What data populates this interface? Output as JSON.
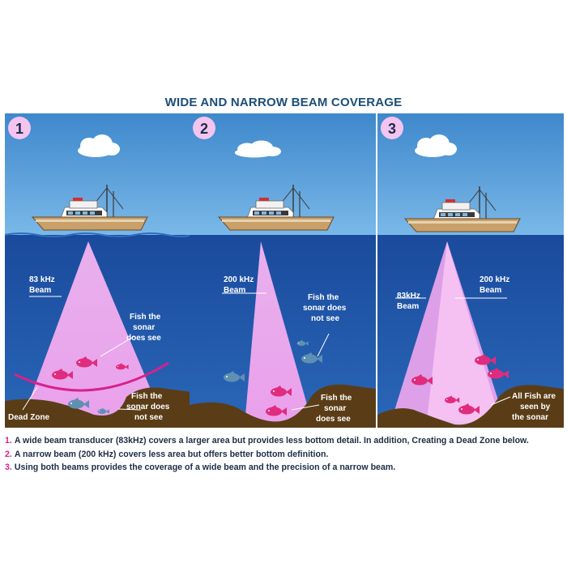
{
  "title": "WIDE AND NARROW BEAM COVERAGE",
  "colors": {
    "sky": "#4c96d4",
    "water": "#1d4fa0",
    "seabed": "#5a3d16",
    "beam": "#f2a7ee",
    "fish": "#e02c7e",
    "fish_outside": "#5f90b4",
    "title": "#1c4e78",
    "number_accent": "#d6228a"
  },
  "panels": [
    {
      "number": "1",
      "beam_label": [
        "83 kHz",
        "Beam"
      ],
      "callout_1": [
        "Fish the",
        "sonar",
        "does see"
      ],
      "callout_2": [
        "Fish the",
        "sonar does",
        "not see"
      ],
      "dead_zone": "Dead Zone"
    },
    {
      "number": "2",
      "beam_label": [
        "200 kHz",
        "Beam"
      ],
      "callout_1": [
        "Fish the",
        "sonar does",
        "not see"
      ],
      "callout_2": [
        "Fish the",
        "sonar",
        "does see"
      ]
    },
    {
      "number": "3",
      "beam_label_wide": [
        "83kHz",
        "Beam"
      ],
      "beam_label_narrow": [
        "200 kHz",
        "Beam"
      ],
      "callout": [
        "All Fish are",
        "seen by",
        "the sonar"
      ]
    }
  ],
  "captions": [
    {
      "num": "1.",
      "text": "A wide beam transducer (83kHz) covers a larger area but provides less bottom detail. In addition, Creating a Dead Zone below."
    },
    {
      "num": "2.",
      "text": "A narrow beam (200 kHz) covers less area but offers better bottom definition."
    },
    {
      "num": "3.",
      "text": "Using both beams provides the coverage of a wide beam and the precision of a narrow beam."
    }
  ]
}
